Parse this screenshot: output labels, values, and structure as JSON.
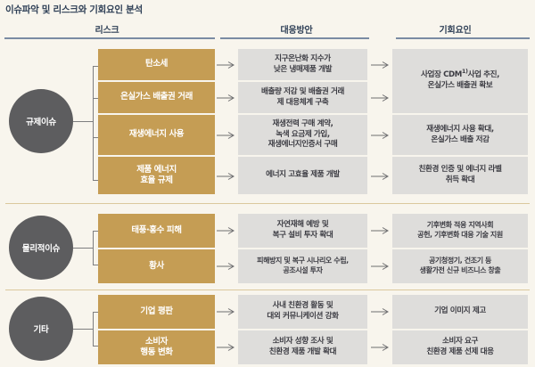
{
  "title": "이슈파악 및 리스크와 기회요인 분석",
  "colors": {
    "background": "#f8f5ed",
    "risk_box": "#c59d54",
    "plan_box": "#dedddb",
    "opportunity_box": "#dedddb",
    "circle": "#5d5d5f",
    "header_text": "#2e3f56",
    "header_rule": "#7a8ba3",
    "divider": "#dbc89d"
  },
  "columns": [
    {
      "label": "리스크"
    },
    {
      "label": "대응방안"
    },
    {
      "label": "기회요인"
    }
  ],
  "sections": [
    {
      "category": "규제이슈",
      "risks": [
        {
          "label": "탄소세"
        },
        {
          "label": "온실가스 배출권 거래"
        },
        {
          "label": "재생에너지 사용"
        },
        {
          "label": "제품 에너지\n효율 규제"
        }
      ],
      "plans": [
        {
          "label": "지구온난화 지수가\n낮은 냉매제품 개발"
        },
        {
          "label": "배출량 저감 및 배출권 거래\n제 대응체계 구축"
        },
        {
          "label": "재생전력 구매 계약,\n녹색 요금제 가입,\n재생에너지인증서 구매"
        },
        {
          "label": "에너지 고효율 제품 개발"
        }
      ],
      "opportunities": [
        {
          "label": "사업장 CDM1)사업 추진,\n온실가스 배출권 확보",
          "note": "1)",
          "spans": 2
        },
        {
          "label": "재생에너지 사용 확대,\n온실가스 배출 저감",
          "spans": 1
        },
        {
          "label": "친환경 인증 및 에너지 라벨\n취득 확대",
          "spans": 1
        }
      ]
    },
    {
      "category": "물리적이슈",
      "risks": [
        {
          "label": "태풍·홍수 피해"
        },
        {
          "label": "황사"
        }
      ],
      "plans": [
        {
          "label": "자연재해 예방 및\n복구 설비 투자 확대"
        },
        {
          "label": "피해방지 및 복구 시나리오 수립,\n공조시설 투자"
        }
      ],
      "opportunities": [
        {
          "label": "기후변화 적응 지역사회\n공헌, 기후변화 대응 기술 지원",
          "spans": 1
        },
        {
          "label": "공기청정기, 건조기 등\n생활가전 신규 비즈니스 창출",
          "spans": 1
        }
      ]
    },
    {
      "category": "기타",
      "risks": [
        {
          "label": "기업 평판"
        },
        {
          "label": "소비자\n행동 변화"
        }
      ],
      "plans": [
        {
          "label": "사내 친환경 활동 및\n대외 커뮤니케이션 강화"
        },
        {
          "label": "소비자 성향 조사 및\n친환경 제품 개발 확대"
        }
      ],
      "opportunities": [
        {
          "label": "기업 이미지 제고",
          "spans": 1
        },
        {
          "label": "소비자 요구\n친환경 제품 선제 대응",
          "spans": 1
        }
      ]
    }
  ]
}
